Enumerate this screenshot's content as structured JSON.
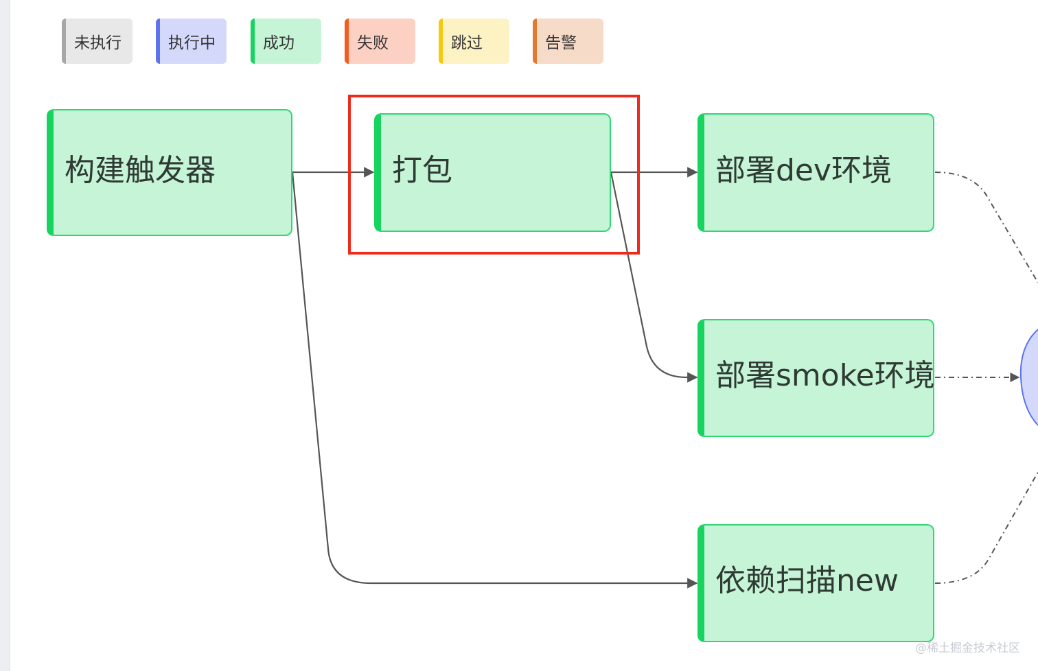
{
  "legend": {
    "items": [
      {
        "label": "未执行",
        "color": "#a7a7a7",
        "bg": "#e8e8e8"
      },
      {
        "label": "执行中",
        "color": "#5b73ec",
        "bg": "#d4d9fb"
      },
      {
        "label": "成功",
        "color": "#17d35f",
        "bg": "#c6f4d6"
      },
      {
        "label": "失败",
        "color": "#f25c1f",
        "bg": "#fdd0c4"
      },
      {
        "label": "跳过",
        "color": "#f7c90d",
        "bg": "#fdf2c4"
      },
      {
        "label": "告警",
        "color": "#e07a30",
        "bg": "#f6dbc8"
      }
    ]
  },
  "nodes": {
    "trigger": {
      "label": "构建触发器",
      "status": "成功"
    },
    "package": {
      "label": "打包",
      "status": "成功"
    },
    "deploy_dev": {
      "label": "部署dev环境",
      "status": "成功"
    },
    "deploy_smoke": {
      "label": "部署smoke环境",
      "status": "成功"
    },
    "dep_scan": {
      "label": "依赖扫描new",
      "status": "成功"
    }
  },
  "colors": {
    "success_fill": "#c6f4d6",
    "success_border": "#2fd873",
    "success_accent": "#17d35f",
    "edge": "#555555",
    "highlight": "#ee2a1a",
    "pending_next": "#5b73ec"
  },
  "watermark": "@稀土掘金技术社区"
}
